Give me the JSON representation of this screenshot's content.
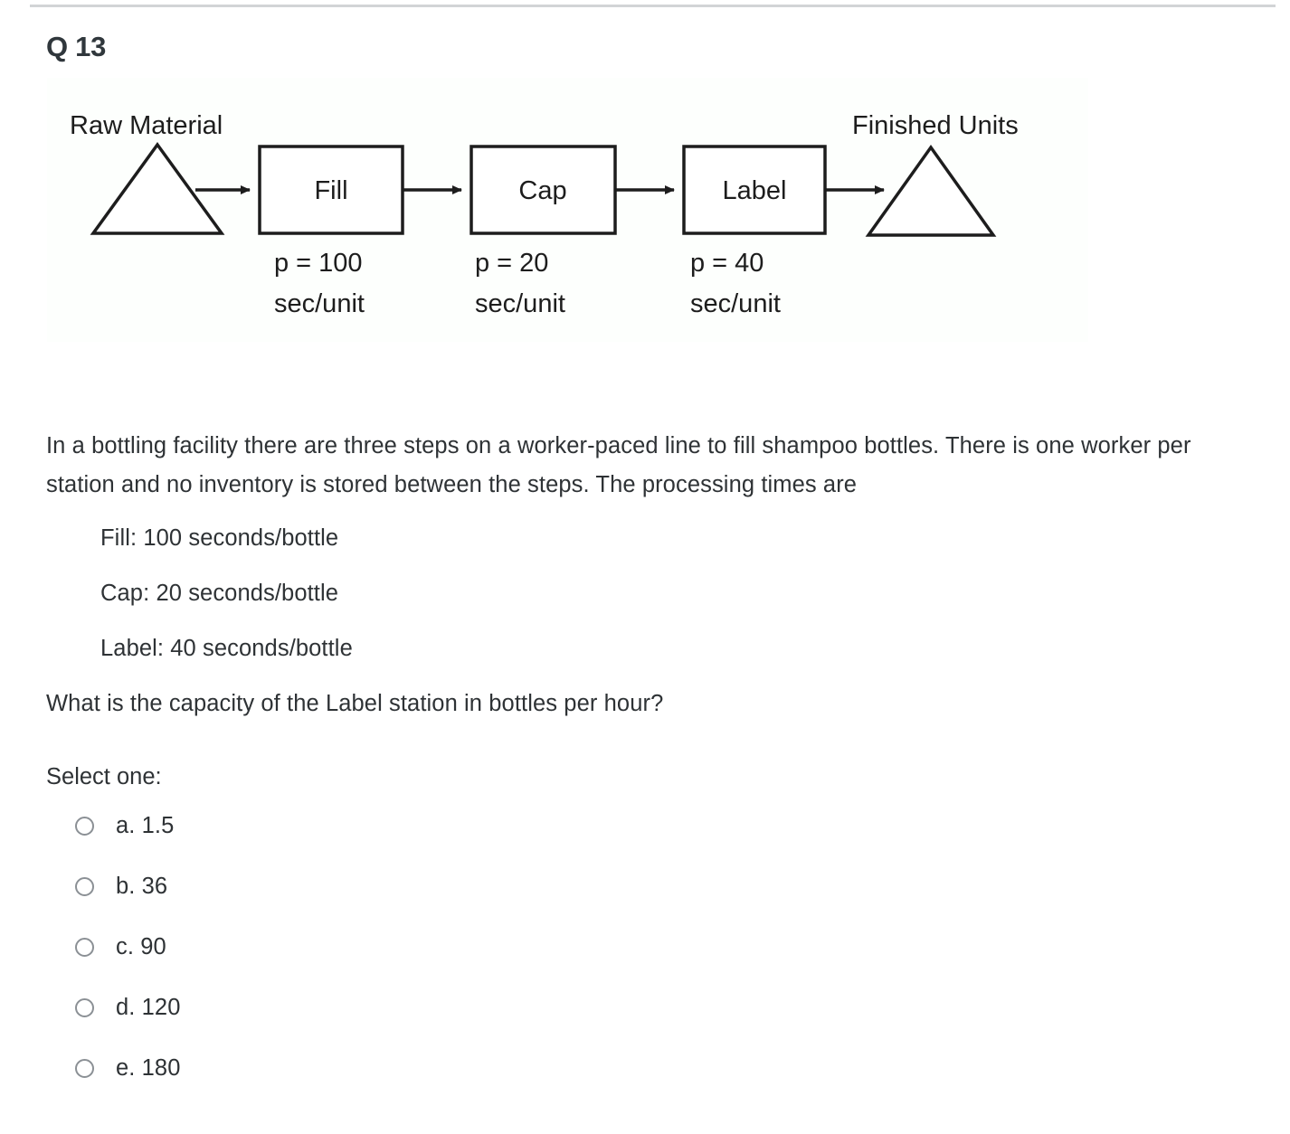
{
  "page": {
    "question_number": "Q 13"
  },
  "diagram": {
    "source_label": "Raw Material",
    "sink_label": "Finished Units",
    "stations": [
      {
        "name": "Fill",
        "rate": "p = 100",
        "unit": "sec/unit"
      },
      {
        "name": "Cap",
        "rate": "p = 20",
        "unit": "sec/unit"
      },
      {
        "name": "Label",
        "rate": "p = 40",
        "unit": "sec/unit"
      }
    ]
  },
  "body": {
    "intro": "In a bottling facility there are three steps on a worker-paced line to fill shampoo bottles. There is one worker per station and no inventory is stored between the steps. The processing times are",
    "processing_times": [
      "Fill: 100 seconds/bottle",
      "Cap: 20 seconds/bottle",
      "Label: 40 seconds/bottle"
    ],
    "question": "What is the capacity of the Label station in bottles per hour?"
  },
  "answers": {
    "prompt": "Select one:",
    "options": [
      {
        "label": "a. 1.5"
      },
      {
        "label": "b. 36"
      },
      {
        "label": "c. 90"
      },
      {
        "label": "d. 120"
      },
      {
        "label": "e. 180"
      }
    ]
  }
}
